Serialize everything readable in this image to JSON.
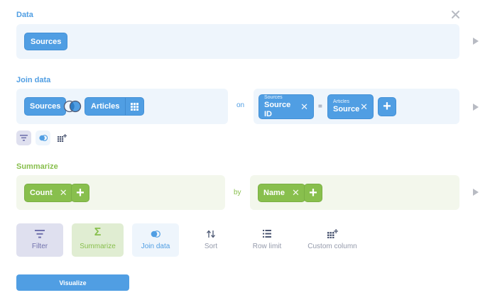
{
  "data_section": {
    "title": "Data",
    "source_label": "Sources"
  },
  "join_section": {
    "title": "Join data",
    "left_table": "Sources",
    "right_table": "Articles",
    "on_label": "on",
    "equals_label": "=",
    "left_condition": {
      "table": "Sources",
      "column": "Source ID"
    },
    "right_condition": {
      "table": "Articles",
      "column": "Source"
    }
  },
  "summarize_section": {
    "title": "Summarize",
    "metric_label": "Count",
    "by_label": "by",
    "breakout_label": "Name"
  },
  "step_actions": [
    {
      "label": "Filter",
      "icon": "filter-icon"
    },
    {
      "label": "Summarize",
      "icon": "sigma-icon"
    },
    {
      "label": "Join data",
      "icon": "join-icon"
    },
    {
      "label": "Sort",
      "icon": "sort-icon"
    },
    {
      "label": "Row limit",
      "icon": "list-icon"
    },
    {
      "label": "Custom column",
      "icon": "add-column-icon"
    }
  ],
  "visualize_label": "Visualize",
  "colors": {
    "brand_blue": "#509ee3",
    "summarize_green": "#88bf4d",
    "filter_purple": "#7172ad"
  }
}
